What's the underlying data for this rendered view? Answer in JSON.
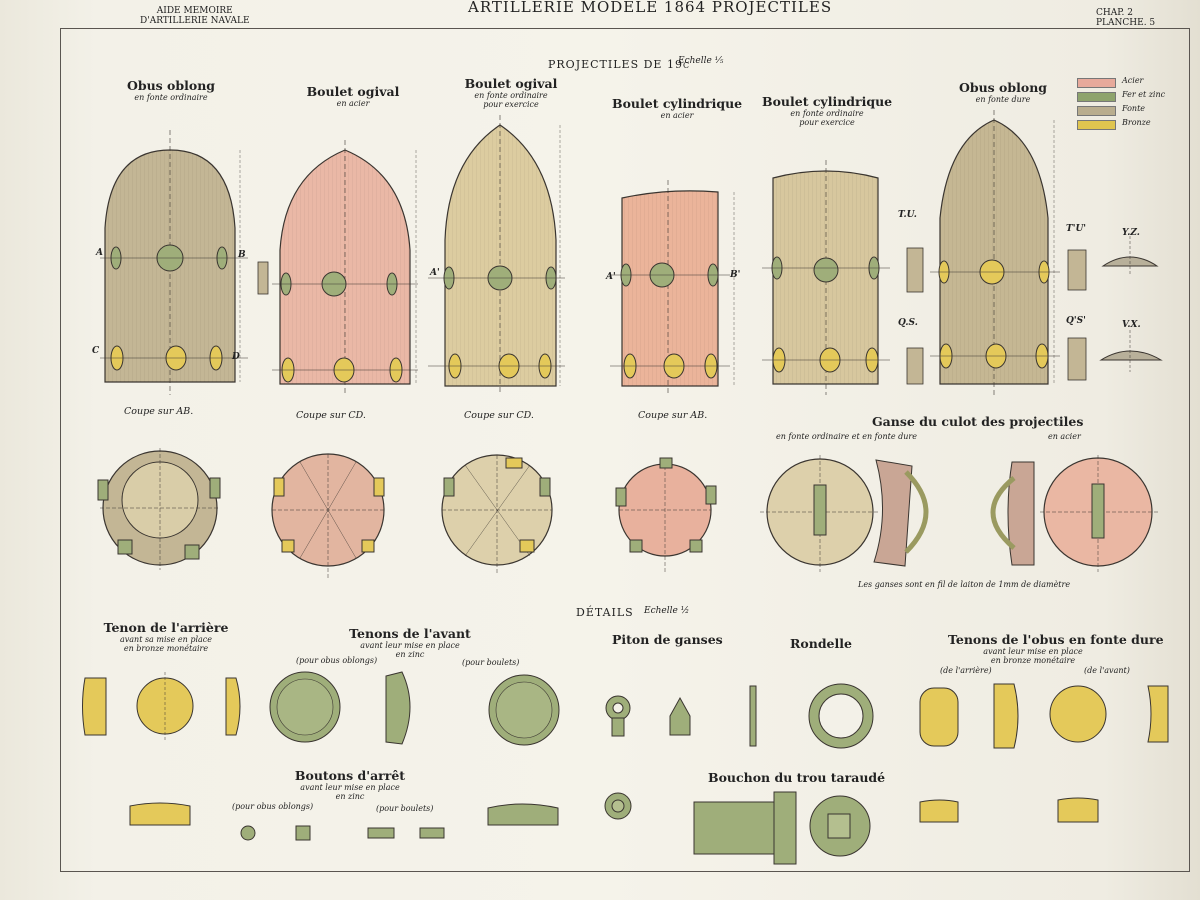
{
  "header": {
    "left_line1": "AIDE MEMOIRE",
    "left_line2": "D'ARTILLERIE NAVALE",
    "title": "ARTILLERIE MODÈLE 1864 PROJECTILES",
    "right_line1": "CHAP. 2",
    "right_line2": "PLANCHE. 5"
  },
  "section_top": {
    "title": "PROJECTILES DE 19c",
    "scale": "Echelle ¹⁄₅"
  },
  "legend": [
    {
      "label": "Acier",
      "color": "#e7a99b"
    },
    {
      "label": "Fer et zinc",
      "color": "#8ea36c"
    },
    {
      "label": "Fonte",
      "color": "#b9ad8e"
    },
    {
      "label": "Bronze",
      "color": "#e0c54f"
    }
  ],
  "projectiles": [
    {
      "title": "Obus oblong",
      "sub1": "en fonte ordinaire",
      "sub2": "",
      "sub3": ""
    },
    {
      "title": "Boulet ogival",
      "sub1": "en acier",
      "sub2": "",
      "sub3": ""
    },
    {
      "title": "Boulet ogival",
      "sub1": "en fonte ordinaire",
      "sub2": "pour exercice",
      "sub3": ""
    },
    {
      "title": "Boulet cylindrique",
      "sub1": "en acier",
      "sub2": "",
      "sub3": ""
    },
    {
      "title": "Boulet cylindrique",
      "sub1": "en fonte ordinaire",
      "sub2": "pour exercice",
      "sub3": ""
    },
    {
      "title": "Obus oblong",
      "sub1": "en fonte dure",
      "sub2": "",
      "sub3": ""
    }
  ],
  "point_labels": {
    "a": "A",
    "b": "B",
    "c": "C",
    "d": "D",
    "a2": "A'",
    "b2": "B'",
    "tu": "T.U.",
    "qs": "Q.S.",
    "tu2": "T'U'",
    "qs2": "Q'S'",
    "yz": "Y.Z.",
    "vx": "V.X."
  },
  "sections": [
    {
      "caption": "Coupe sur AB."
    },
    {
      "caption": "Coupe sur CD."
    },
    {
      "caption": "Coupe sur CD."
    },
    {
      "caption": "Coupe sur AB."
    }
  ],
  "ganse": {
    "title": "Ganse du culot des projectiles",
    "sub_left": "en fonte ordinaire et en fonte dure",
    "sub_right": "en acier",
    "note": "Les ganses sont en fil de laiton de 1mm de diamètre"
  },
  "section_details": {
    "title": "DÉTAILS",
    "scale": "Echelle ½"
  },
  "details": {
    "tenon_arriere": {
      "title": "Tenon de l'arrière",
      "sub1": "avant sa mise en place",
      "sub2": "en bronze monétaire"
    },
    "tenons_avant": {
      "title": "Tenons de l'avant",
      "sub1": "avant leur mise en place",
      "sub2": "en zinc",
      "left": "(pour obus oblongs)",
      "right": "(pour boulets)"
    },
    "piton": {
      "title": "Piton de ganses"
    },
    "rondelle": {
      "title": "Rondelle"
    },
    "tenons_obus": {
      "title": "Tenons de l'obus en fonte dure",
      "sub1": "avant leur mise en place",
      "sub2": "en bronze monétaire",
      "left": "(de l'arrière)",
      "right": "(de l'avant)"
    },
    "boutons": {
      "title": "Boutons d'arrêt",
      "sub1": "avant leur mise en place",
      "sub2": "en zinc",
      "left": "(pour obus oblongs)",
      "right": "(pour boulets)"
    },
    "bouchon": {
      "title": "Bouchon du trou taraudé"
    }
  },
  "colors": {
    "acier": "#e9b3a2",
    "fonte": "#c9bb96",
    "fonte_light": "#ddcea6",
    "zinc": "#9fae7a",
    "bronze": "#e4c95a",
    "line": "#3a3530"
  }
}
